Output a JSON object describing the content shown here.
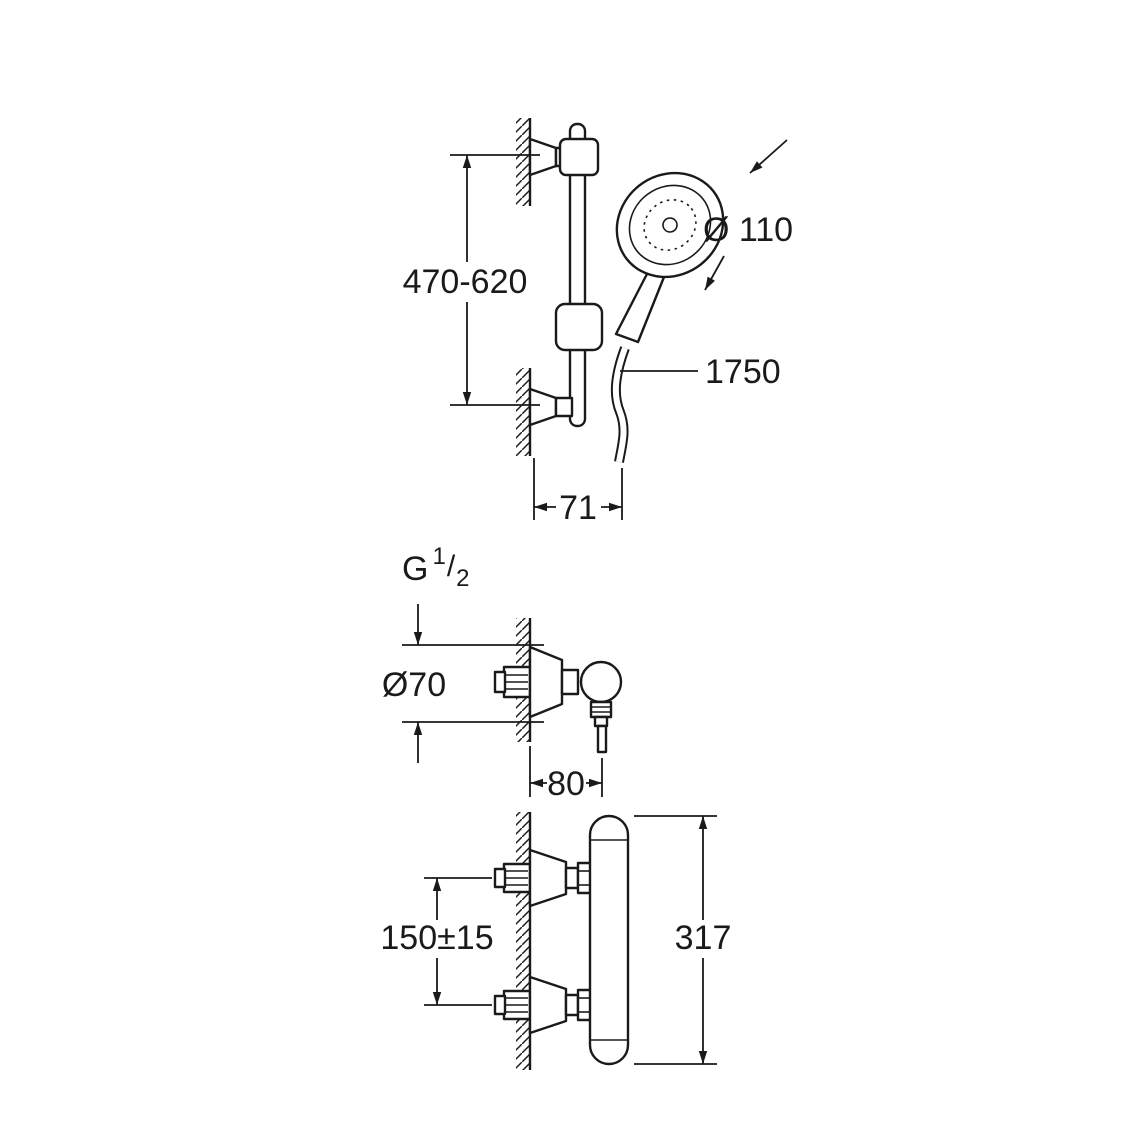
{
  "colors": {
    "line": "#1a1a1a",
    "background": "#ffffff"
  },
  "labels": {
    "rail_length": "470-620",
    "handshower_diameter": "Ø 110",
    "hose_length": "1750",
    "rail_wall_offset": "71",
    "thread_base": "G",
    "thread_numerator": "1",
    "thread_slash": "/",
    "thread_denominator": "2",
    "escutcheon_diameter": "Ø70",
    "valve_depth": "80",
    "connection_centers": "150±15",
    "mixer_length": "317"
  }
}
